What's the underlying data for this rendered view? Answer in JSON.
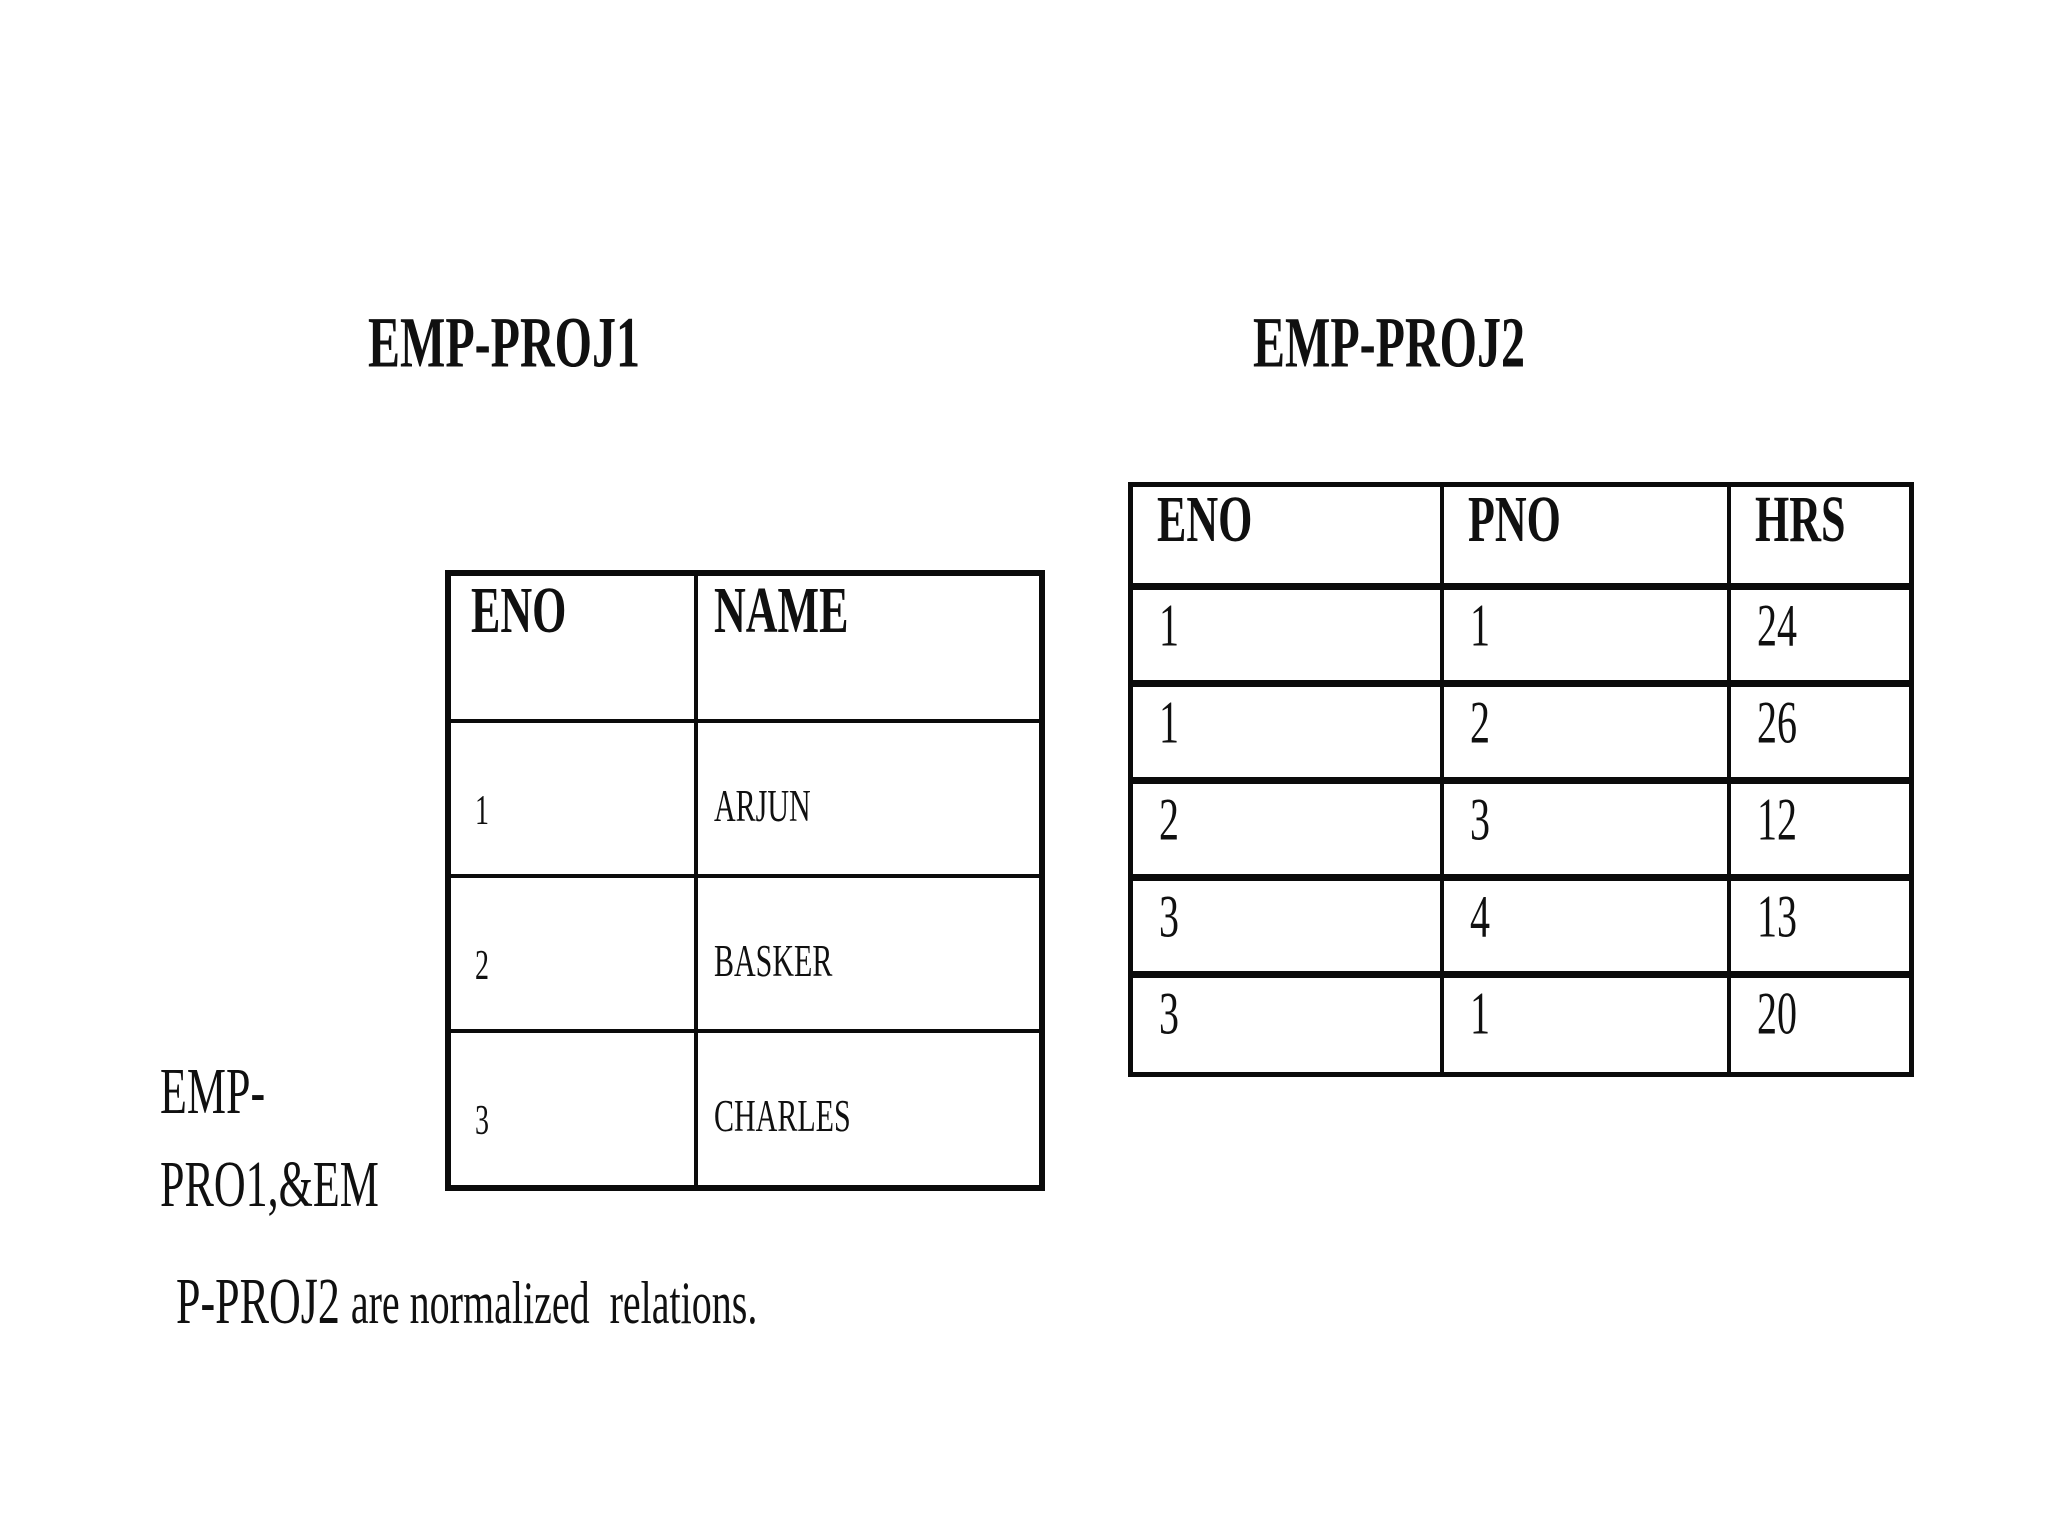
{
  "document": {
    "background": "#ffffff",
    "ink_color": "#101010",
    "border_color": "#0b0b0b"
  },
  "emp_proj1": {
    "title": "EMP-PROJ1",
    "columns": [
      "ENO",
      "NAME"
    ],
    "rows": [
      [
        "1",
        "ARJUN"
      ],
      [
        "2",
        "BASKER"
      ],
      [
        "3",
        "CHARLES"
      ]
    ]
  },
  "emp_proj2": {
    "title": "EMP-PROJ2",
    "columns": [
      "ENO",
      "PNO",
      "HRS"
    ],
    "rows": [
      [
        "1",
        "1",
        "24"
      ],
      [
        "1",
        "2",
        "26"
      ],
      [
        "2",
        "3",
        "12"
      ],
      [
        "3",
        "4",
        "13"
      ],
      [
        "3",
        "1",
        "20"
      ]
    ]
  },
  "caption": {
    "line1": "EMP-",
    "line2": "PRO1,&EM",
    "line3_start": "P-PROJ2 ",
    "line3_end": "are normalized  relations."
  }
}
